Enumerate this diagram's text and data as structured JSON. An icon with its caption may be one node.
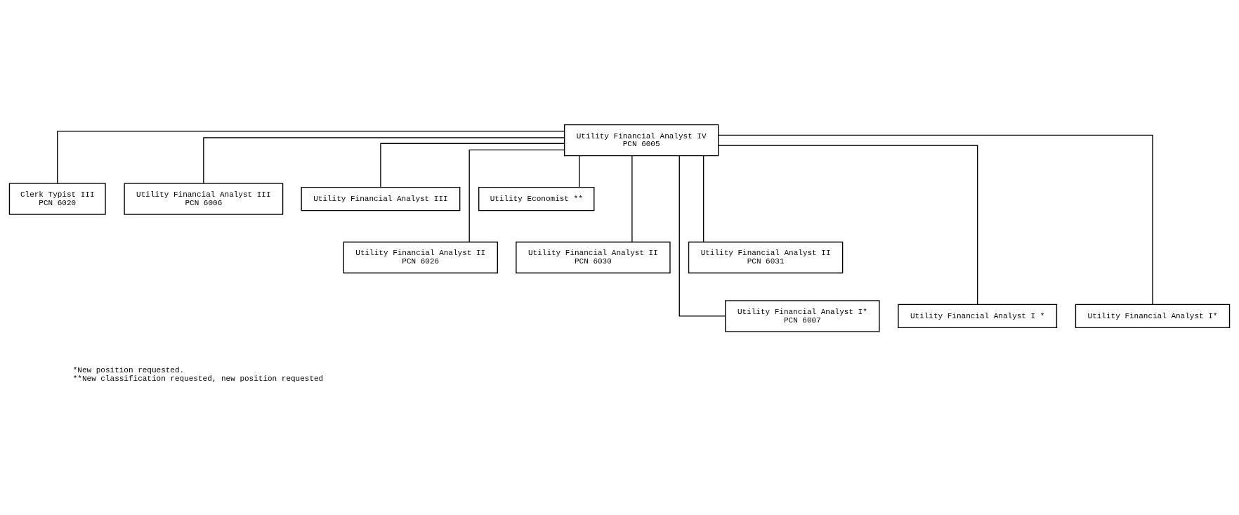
{
  "diagram": {
    "nodes": [
      {
        "text": [
          "Utility Financial Analyst IV",
          "PCN 6005"
        ]
      },
      {
        "text": [
          "Clerk Typist III",
          "PCN 6020"
        ]
      },
      {
        "text": [
          "Utility Financial Analyst III",
          "PCN 6006"
        ]
      },
      {
        "text": [
          "Utility Financial Analyst III"
        ]
      },
      {
        "text": [
          "Utility Economist **"
        ]
      },
      {
        "text": [
          "Utility Financial Analyst II",
          "PCN 6026"
        ]
      },
      {
        "text": [
          "Utility Financial Analyst II",
          "PCN 6030"
        ]
      },
      {
        "text": [
          "Utility Financial Analyst II",
          "PCN 6031"
        ]
      },
      {
        "text": [
          "Utility Financial Analyst I*",
          "PCN 6007"
        ]
      },
      {
        "text": [
          "Utility Financial Analyst I *"
        ]
      },
      {
        "text": [
          "Utility Financial Analyst I*"
        ]
      }
    ],
    "edges": [
      {
        "from": 0,
        "to": 1,
        "arrow": "none"
      },
      {
        "from": 0,
        "to": 2,
        "arrow": "none"
      },
      {
        "from": 0,
        "to": 3,
        "arrow": "none"
      },
      {
        "from": 0,
        "to": 4,
        "arrow": "none"
      },
      {
        "from": 0,
        "to": 5,
        "arrow": "none"
      },
      {
        "from": 0,
        "to": 6,
        "arrow": "none"
      },
      {
        "from": 0,
        "to": 7,
        "arrow": "none"
      },
      {
        "from": 0,
        "to": 8,
        "arrow": "none"
      },
      {
        "from": 0,
        "to": 9,
        "arrow": "none"
      },
      {
        "from": 0,
        "to": 10,
        "arrow": "none"
      }
    ],
    "labels": [
      "*New position requested.",
      "**New classification requested, new position requested"
    ]
  }
}
